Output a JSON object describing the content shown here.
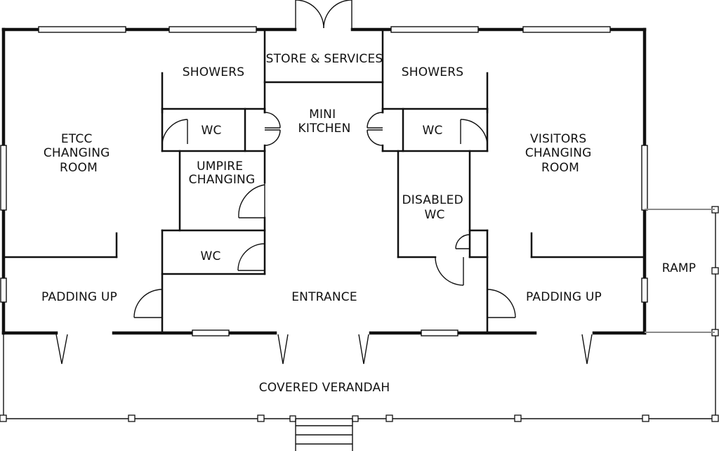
{
  "rooms": {
    "etcc_changing_room": [
      "ETCC",
      "CHANGING",
      "ROOM"
    ],
    "showers_left": "SHOWERS",
    "store_services": "STORE & SERVICES",
    "showers_right": "SHOWERS",
    "mini_kitchen": [
      "MINI",
      "KITCHEN"
    ],
    "wc_left_upper": "WC",
    "wc_right_upper": "WC",
    "visitors_changing_room": [
      "VISITORS",
      "CHANGING",
      "ROOM"
    ],
    "umpire_changing": [
      "UMPIRE",
      "CHANGING"
    ],
    "disabled_wc": [
      "DISABLED",
      "WC"
    ],
    "wc_left_lower": "WC",
    "padding_up_left": "PADDING UP",
    "entrance": "ENTRANCE",
    "padding_up_right": "PADDING UP",
    "ramp": "RAMP",
    "covered_verandah": "COVERED VERANDAH"
  }
}
